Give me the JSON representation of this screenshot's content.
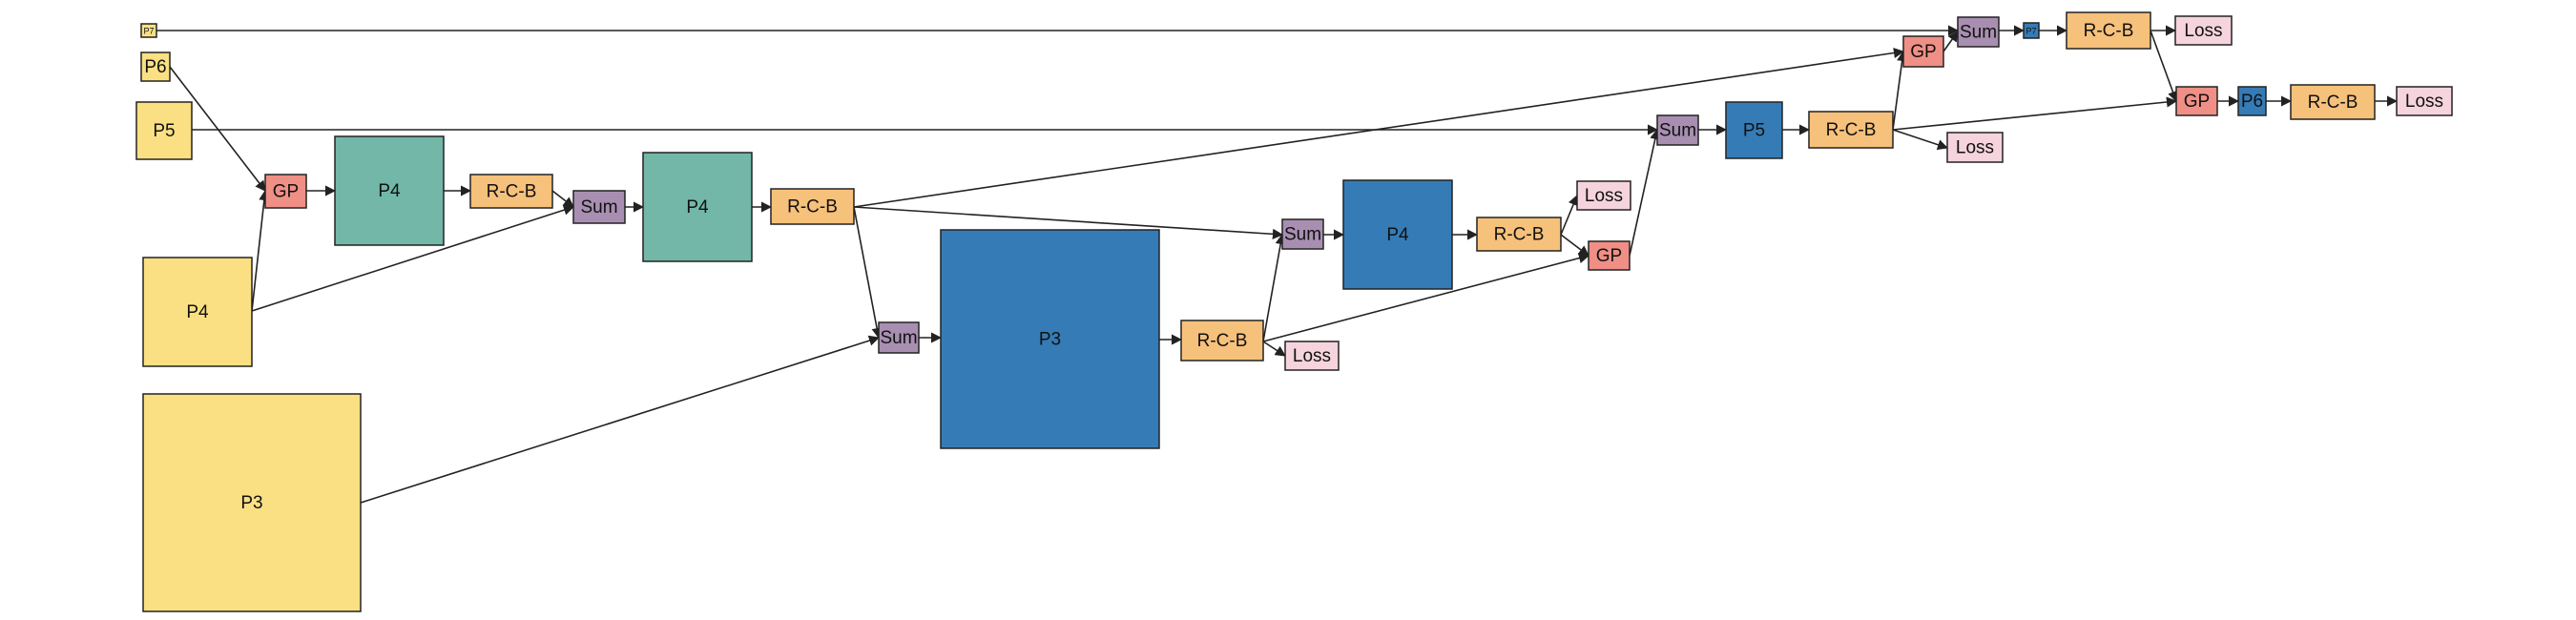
{
  "colors": {
    "input": "#fae083",
    "teal": "#72b7a7",
    "blue": "#357cb6",
    "rcb": "#f6c17b",
    "sum": "#a88fb1",
    "gp": "#ef8f86",
    "loss": "#f5d4dd"
  },
  "nodes": [
    {
      "id": "in_p7",
      "label": "P7",
      "kind": "input"
    },
    {
      "id": "in_p6",
      "label": "P6",
      "kind": "input"
    },
    {
      "id": "in_p5",
      "label": "P5",
      "kind": "input"
    },
    {
      "id": "in_p4",
      "label": "P4",
      "kind": "input"
    },
    {
      "id": "in_p3",
      "label": "P3",
      "kind": "input"
    },
    {
      "id": "gp1",
      "label": "GP",
      "kind": "gp"
    },
    {
      "id": "t_p4a",
      "label": "P4",
      "kind": "teal"
    },
    {
      "id": "rcb1",
      "label": "R-C-B",
      "kind": "rcb"
    },
    {
      "id": "sum1",
      "label": "Sum",
      "kind": "sum"
    },
    {
      "id": "t_p4b",
      "label": "P4",
      "kind": "teal"
    },
    {
      "id": "rcb2",
      "label": "R-C-B",
      "kind": "rcb"
    },
    {
      "id": "sum2",
      "label": "Sum",
      "kind": "sum"
    },
    {
      "id": "b_p3",
      "label": "P3",
      "kind": "blue"
    },
    {
      "id": "rcb3",
      "label": "R-C-B",
      "kind": "rcb"
    },
    {
      "id": "loss1",
      "label": "Loss",
      "kind": "loss"
    },
    {
      "id": "sum3",
      "label": "Sum",
      "kind": "sum"
    },
    {
      "id": "b_p4",
      "label": "P4",
      "kind": "blue"
    },
    {
      "id": "rcb4",
      "label": "R-C-B",
      "kind": "rcb"
    },
    {
      "id": "loss2",
      "label": "Loss",
      "kind": "loss"
    },
    {
      "id": "gp2",
      "label": "GP",
      "kind": "gp"
    },
    {
      "id": "sum4",
      "label": "Sum",
      "kind": "sum"
    },
    {
      "id": "b_p5",
      "label": "P5",
      "kind": "blue"
    },
    {
      "id": "rcb5",
      "label": "R-C-B",
      "kind": "rcb"
    },
    {
      "id": "loss3",
      "label": "Loss",
      "kind": "loss"
    },
    {
      "id": "gp3",
      "label": "GP",
      "kind": "gp"
    },
    {
      "id": "sum5",
      "label": "Sum",
      "kind": "sum"
    },
    {
      "id": "b_p7",
      "label": "P7",
      "kind": "blue"
    },
    {
      "id": "rcb6",
      "label": "R-C-B",
      "kind": "rcb"
    },
    {
      "id": "loss4",
      "label": "Loss",
      "kind": "loss"
    },
    {
      "id": "gp4",
      "label": "GP",
      "kind": "gp"
    },
    {
      "id": "b_p6",
      "label": "P6",
      "kind": "blue"
    },
    {
      "id": "rcb7",
      "label": "R-C-B",
      "kind": "rcb"
    },
    {
      "id": "loss5",
      "label": "Loss",
      "kind": "loss"
    }
  ],
  "edges": [
    [
      "in_p6",
      "gp1"
    ],
    [
      "in_p4",
      "gp1"
    ],
    [
      "gp1",
      "t_p4a"
    ],
    [
      "t_p4a",
      "rcb1"
    ],
    [
      "rcb1",
      "sum1"
    ],
    [
      "in_p4",
      "sum1"
    ],
    [
      "sum1",
      "t_p4b"
    ],
    [
      "t_p4b",
      "rcb2"
    ],
    [
      "rcb2",
      "sum2"
    ],
    [
      "in_p3",
      "sum2"
    ],
    [
      "sum2",
      "b_p3"
    ],
    [
      "b_p3",
      "rcb3"
    ],
    [
      "rcb3",
      "loss1"
    ],
    [
      "rcb3",
      "sum3"
    ],
    [
      "rcb2",
      "sum3"
    ],
    [
      "sum3",
      "b_p4"
    ],
    [
      "b_p4",
      "rcb4"
    ],
    [
      "rcb4",
      "loss2"
    ],
    [
      "rcb4",
      "gp2"
    ],
    [
      "rcb3",
      "gp2"
    ],
    [
      "gp2",
      "sum4"
    ],
    [
      "in_p5",
      "sum4"
    ],
    [
      "sum4",
      "b_p5"
    ],
    [
      "b_p5",
      "rcb5"
    ],
    [
      "rcb5",
      "loss3"
    ],
    [
      "rcb5",
      "gp3"
    ],
    [
      "rcb2",
      "gp3"
    ],
    [
      "gp3",
      "sum5"
    ],
    [
      "in_p7",
      "sum5"
    ],
    [
      "sum5",
      "b_p7"
    ],
    [
      "b_p7",
      "rcb6"
    ],
    [
      "rcb6",
      "loss4"
    ],
    [
      "rcb6",
      "gp4"
    ],
    [
      "rcb5",
      "gp4"
    ],
    [
      "gp4",
      "b_p6"
    ],
    [
      "b_p6",
      "rcb7"
    ],
    [
      "rcb7",
      "loss5"
    ]
  ]
}
